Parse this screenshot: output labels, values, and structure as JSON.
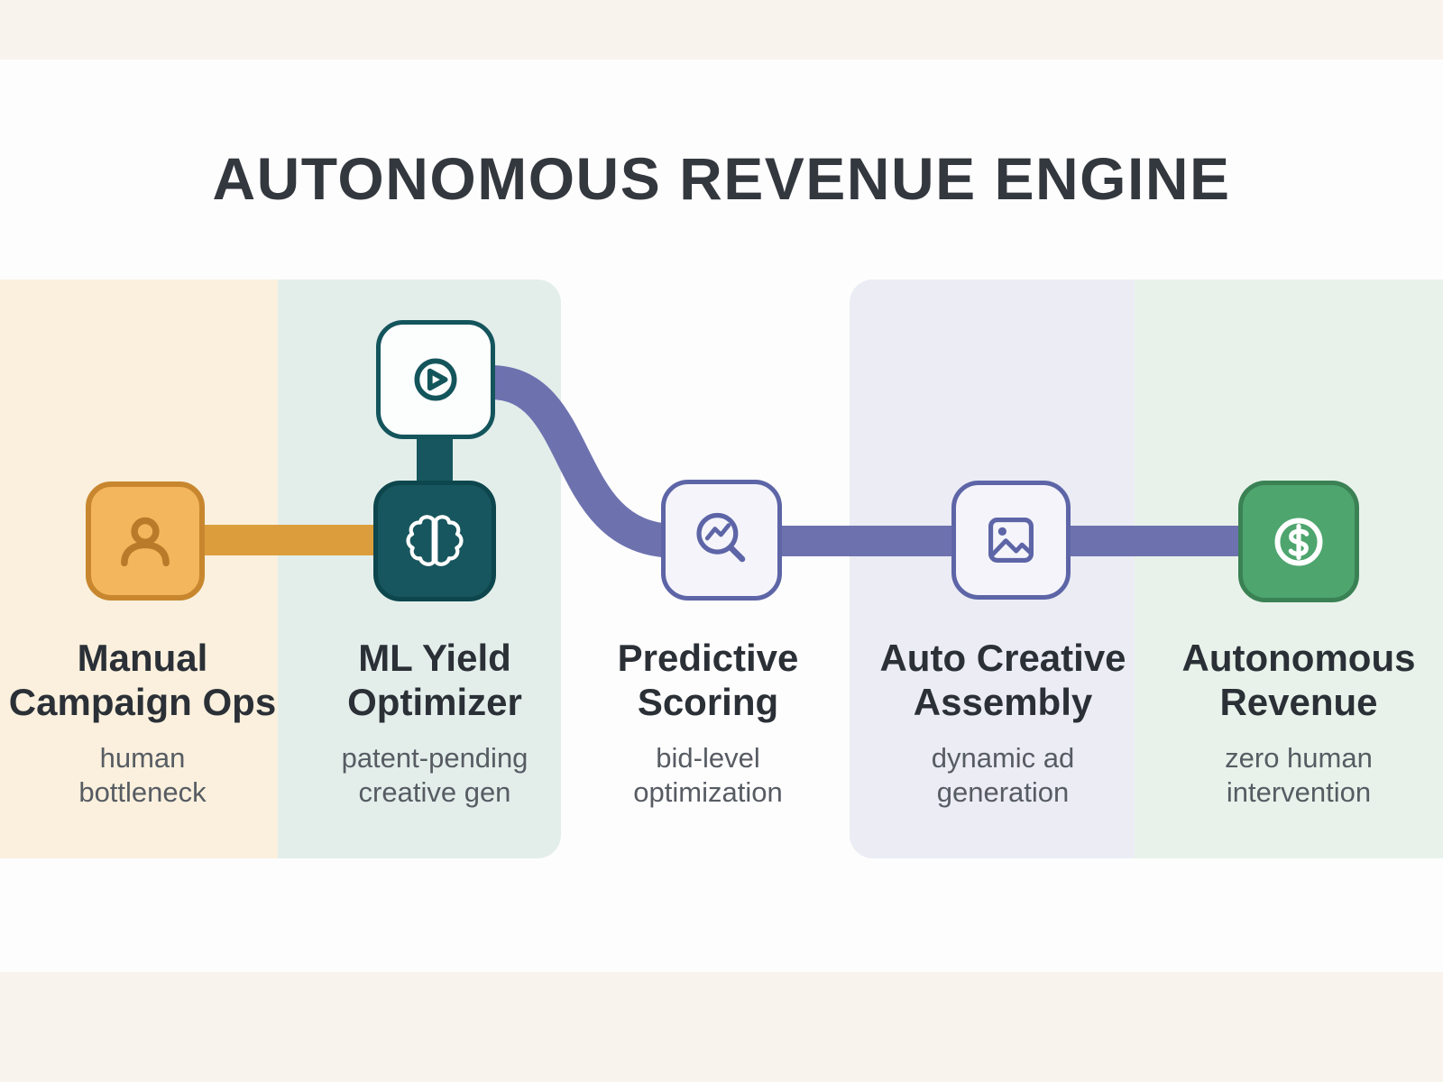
{
  "title": "AUTONOMOUS REVENUE ENGINE",
  "stages": [
    {
      "name": "Manual Campaign Ops",
      "title_lines": [
        "Manual",
        "Campaign Ops"
      ],
      "subtitle_lines": [
        "human",
        "bottleneck"
      ],
      "icon": "user-icon",
      "accent": "#f4b65c",
      "band_color": "#faf0dd"
    },
    {
      "name": "ML Yield Optimizer",
      "title_lines": [
        "ML Yield",
        "Optimizer"
      ],
      "subtitle_lines": [
        "patent-pending",
        "creative gen"
      ],
      "icon": "brain-icon",
      "secondary_icon": "play-circle-icon",
      "accent": "#17565e",
      "band_color": "#e3eeeb"
    },
    {
      "name": "Predictive Scoring",
      "title_lines": [
        "Predictive",
        "Scoring"
      ],
      "subtitle_lines": [
        "bid-level",
        "optimization"
      ],
      "icon": "chart-magnifier-icon",
      "accent": "#5d65a7",
      "band_color": null
    },
    {
      "name": "Auto Creative Assembly",
      "title_lines": [
        "Auto Creative",
        "Assembly"
      ],
      "subtitle_lines": [
        "dynamic ad",
        "generation"
      ],
      "icon": "image-icon",
      "accent": "#5d65a7",
      "band_color": "#ebecf4"
    },
    {
      "name": "Autonomous Revenue",
      "title_lines": [
        "Autonomous",
        "Revenue"
      ],
      "subtitle_lines": [
        "zero human",
        "intervention"
      ],
      "icon": "dollar-circle-icon",
      "accent": "#4ea56e",
      "band_color": "#e9f2ea"
    }
  ],
  "colors": {
    "page_background": "#f8f4ed",
    "panel_background": "#fdfdfd",
    "title_text": "#33373e",
    "stage_title_text": "#2b3037",
    "stage_subtitle_text": "#575c63",
    "connector_orange": "#dc9e3d",
    "connector_purple": "#6d72af",
    "teal_dark": "#17565e",
    "orange_border": "#c8872e",
    "indigo_border": "#5d65a7",
    "green_border": "#3a8154"
  }
}
